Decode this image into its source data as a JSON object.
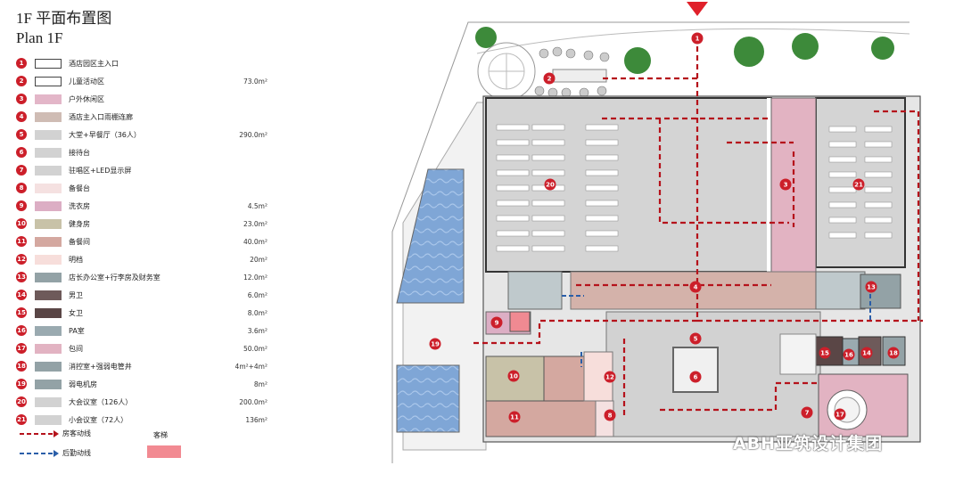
{
  "title": {
    "cn": "1F 平面布置图",
    "en": "Plan 1F"
  },
  "legend": [
    {
      "num": "1",
      "name": "酒店园区主入口",
      "area": "",
      "color": "#ffffff"
    },
    {
      "num": "2",
      "name": "儿童活动区",
      "area": "73.0m²",
      "color": "#ffffff"
    },
    {
      "num": "3",
      "name": "户外休闲区",
      "area": "",
      "color": "#e3b6c8"
    },
    {
      "num": "4",
      "name": "酒店主入口雨棚连廊",
      "area": "",
      "color": "#cfbcb4"
    },
    {
      "num": "5",
      "name": "大堂+早餐厅（36人）",
      "area": "290.0m²",
      "color": "#d2d2d2"
    },
    {
      "num": "6",
      "name": "接待台",
      "area": "",
      "color": "#d2d2d2"
    },
    {
      "num": "7",
      "name": "驻唱区+LED显示屏",
      "area": "",
      "color": "#d2d2d2"
    },
    {
      "num": "8",
      "name": "备餐台",
      "area": "",
      "color": "#f5e1e1"
    },
    {
      "num": "9",
      "name": "洗衣房",
      "area": "4.5m²",
      "color": "#dcaec4"
    },
    {
      "num": "10",
      "name": "健身房",
      "area": "23.0m²",
      "color": "#c8c2a8"
    },
    {
      "num": "11",
      "name": "备餐间",
      "area": "40.0m²",
      "color": "#d4a8a0"
    },
    {
      "num": "12",
      "name": "明档",
      "area": "20m²",
      "color": "#f7dedb"
    },
    {
      "num": "13",
      "name": "店长办公室+行李房及财务室",
      "area": "12.0m²",
      "color": "#93a2a6"
    },
    {
      "num": "14",
      "name": "男卫",
      "area": "6.0m²",
      "color": "#6e5a5a"
    },
    {
      "num": "15",
      "name": "女卫",
      "area": "8.0m²",
      "color": "#5a4646"
    },
    {
      "num": "16",
      "name": "PA室",
      "area": "3.6m²",
      "color": "#9aaab0"
    },
    {
      "num": "17",
      "name": "包间",
      "area": "50.0m²",
      "color": "#e2b3c2"
    },
    {
      "num": "18",
      "name": "消控室+强弱电管井",
      "area": "4m²+4m²",
      "color": "#93a2a6"
    },
    {
      "num": "19",
      "name": "弱电机房",
      "area": "8m²",
      "color": "#93a2a6"
    },
    {
      "num": "20",
      "name": "大会议室（126人）",
      "area": "200.0m²",
      "color": "#d2d2d2"
    },
    {
      "num": "21",
      "name": "小会议室（72人）",
      "area": "136m²",
      "color": "#d2d2d2"
    }
  ],
  "lines": {
    "guest": "房客动线",
    "service": "后勤动线",
    "lift": "客梯"
  },
  "watermark": "ABH亚筑设计集团",
  "colors": {
    "accent": "#cc1f2a",
    "guest_line": "#b5121b",
    "service_line": "#2a5ea8"
  }
}
